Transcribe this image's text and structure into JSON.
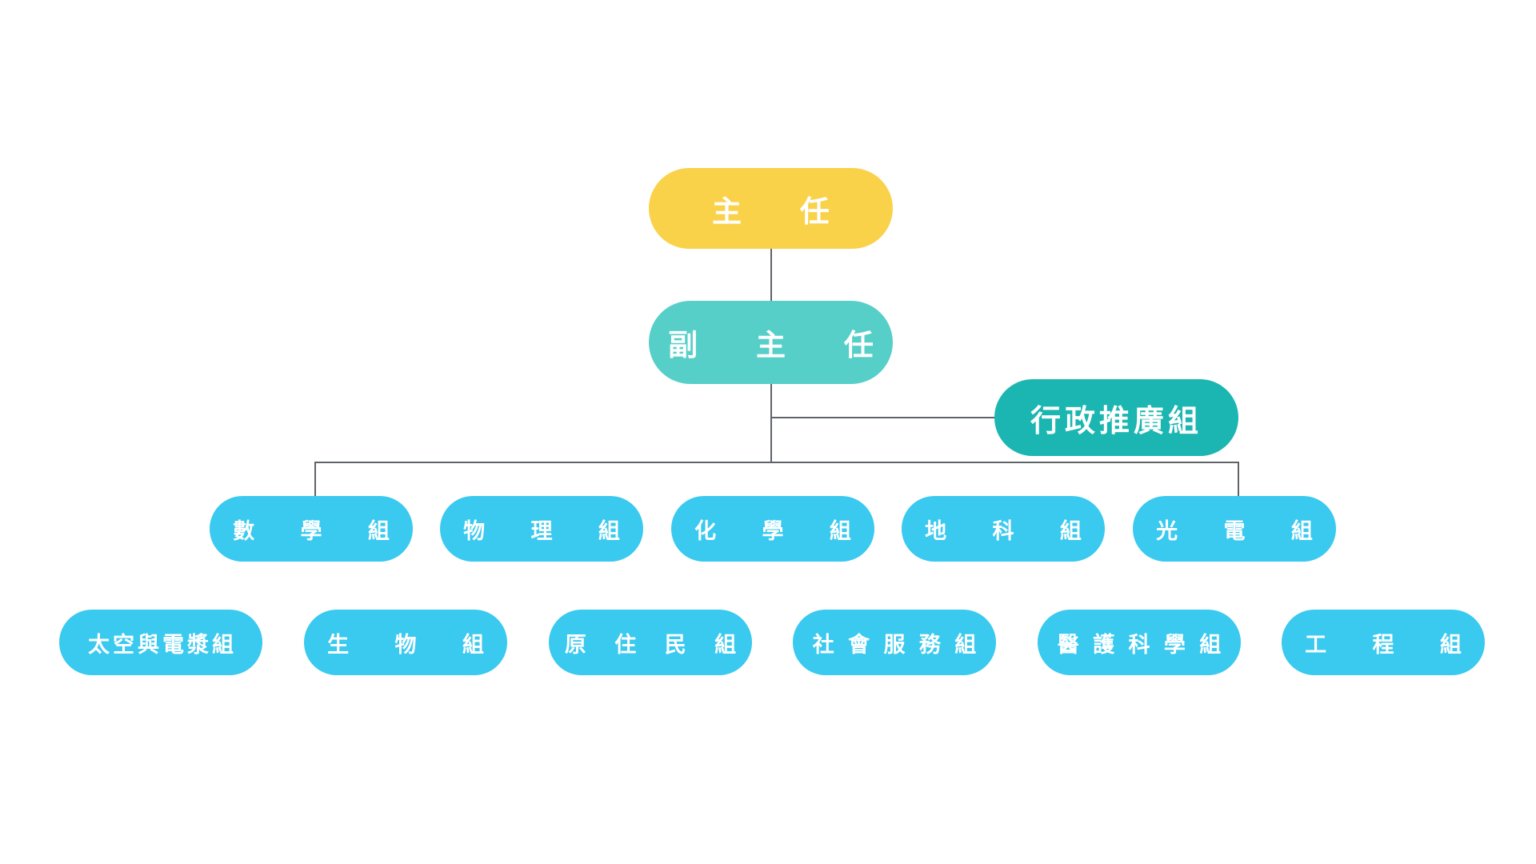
{
  "colors": {
    "director": "#fad24a",
    "deputy": "#56cfc9",
    "admin": "#1bb6b1",
    "group": "#3ac9ef",
    "connector": "#5f6368"
  },
  "diagram": {
    "director": {
      "label": "主 任"
    },
    "deputy": {
      "label": "副 主 任"
    },
    "admin": {
      "label": "行政推廣組"
    },
    "row1": [
      {
        "label": "數 學 組"
      },
      {
        "label": "物 理 組"
      },
      {
        "label": "化 學 組"
      },
      {
        "label": "地 科 組"
      },
      {
        "label": "光 電 組"
      }
    ],
    "row2": [
      {
        "label": "太空與電漿組"
      },
      {
        "label": "生 物 組"
      },
      {
        "label": "原 住 民 組"
      },
      {
        "label": "社 會 服 務 組"
      },
      {
        "label": "醫 護 科 學 組"
      },
      {
        "label": "工 程 組"
      }
    ]
  }
}
